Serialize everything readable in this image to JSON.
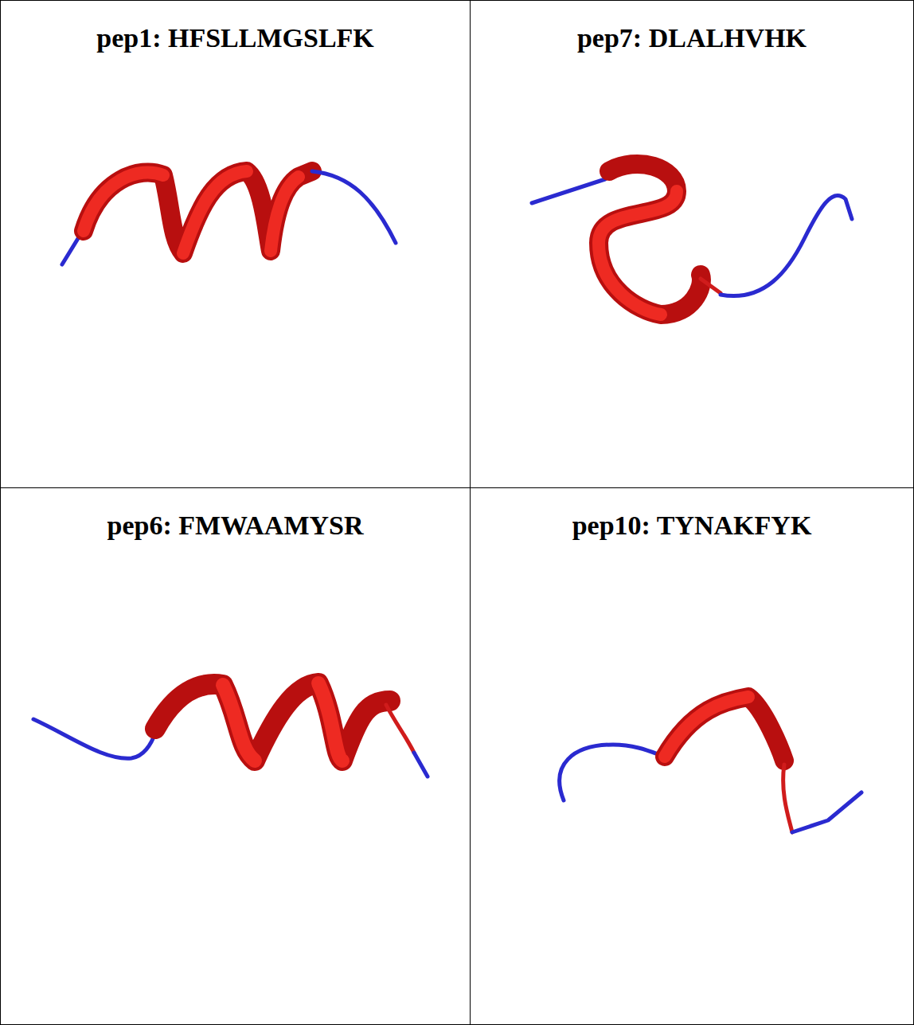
{
  "diagram": {
    "nodes": [
      {
        "text": [
          "pep1: HFSLLMGSLFK"
        ]
      },
      {
        "text": [
          "pep7: DLALHVHK"
        ]
      },
      {
        "text": [
          "pep6: FMWAAMYSR"
        ]
      },
      {
        "text": [
          "pep10: TYNAKFYK"
        ]
      }
    ]
  }
}
